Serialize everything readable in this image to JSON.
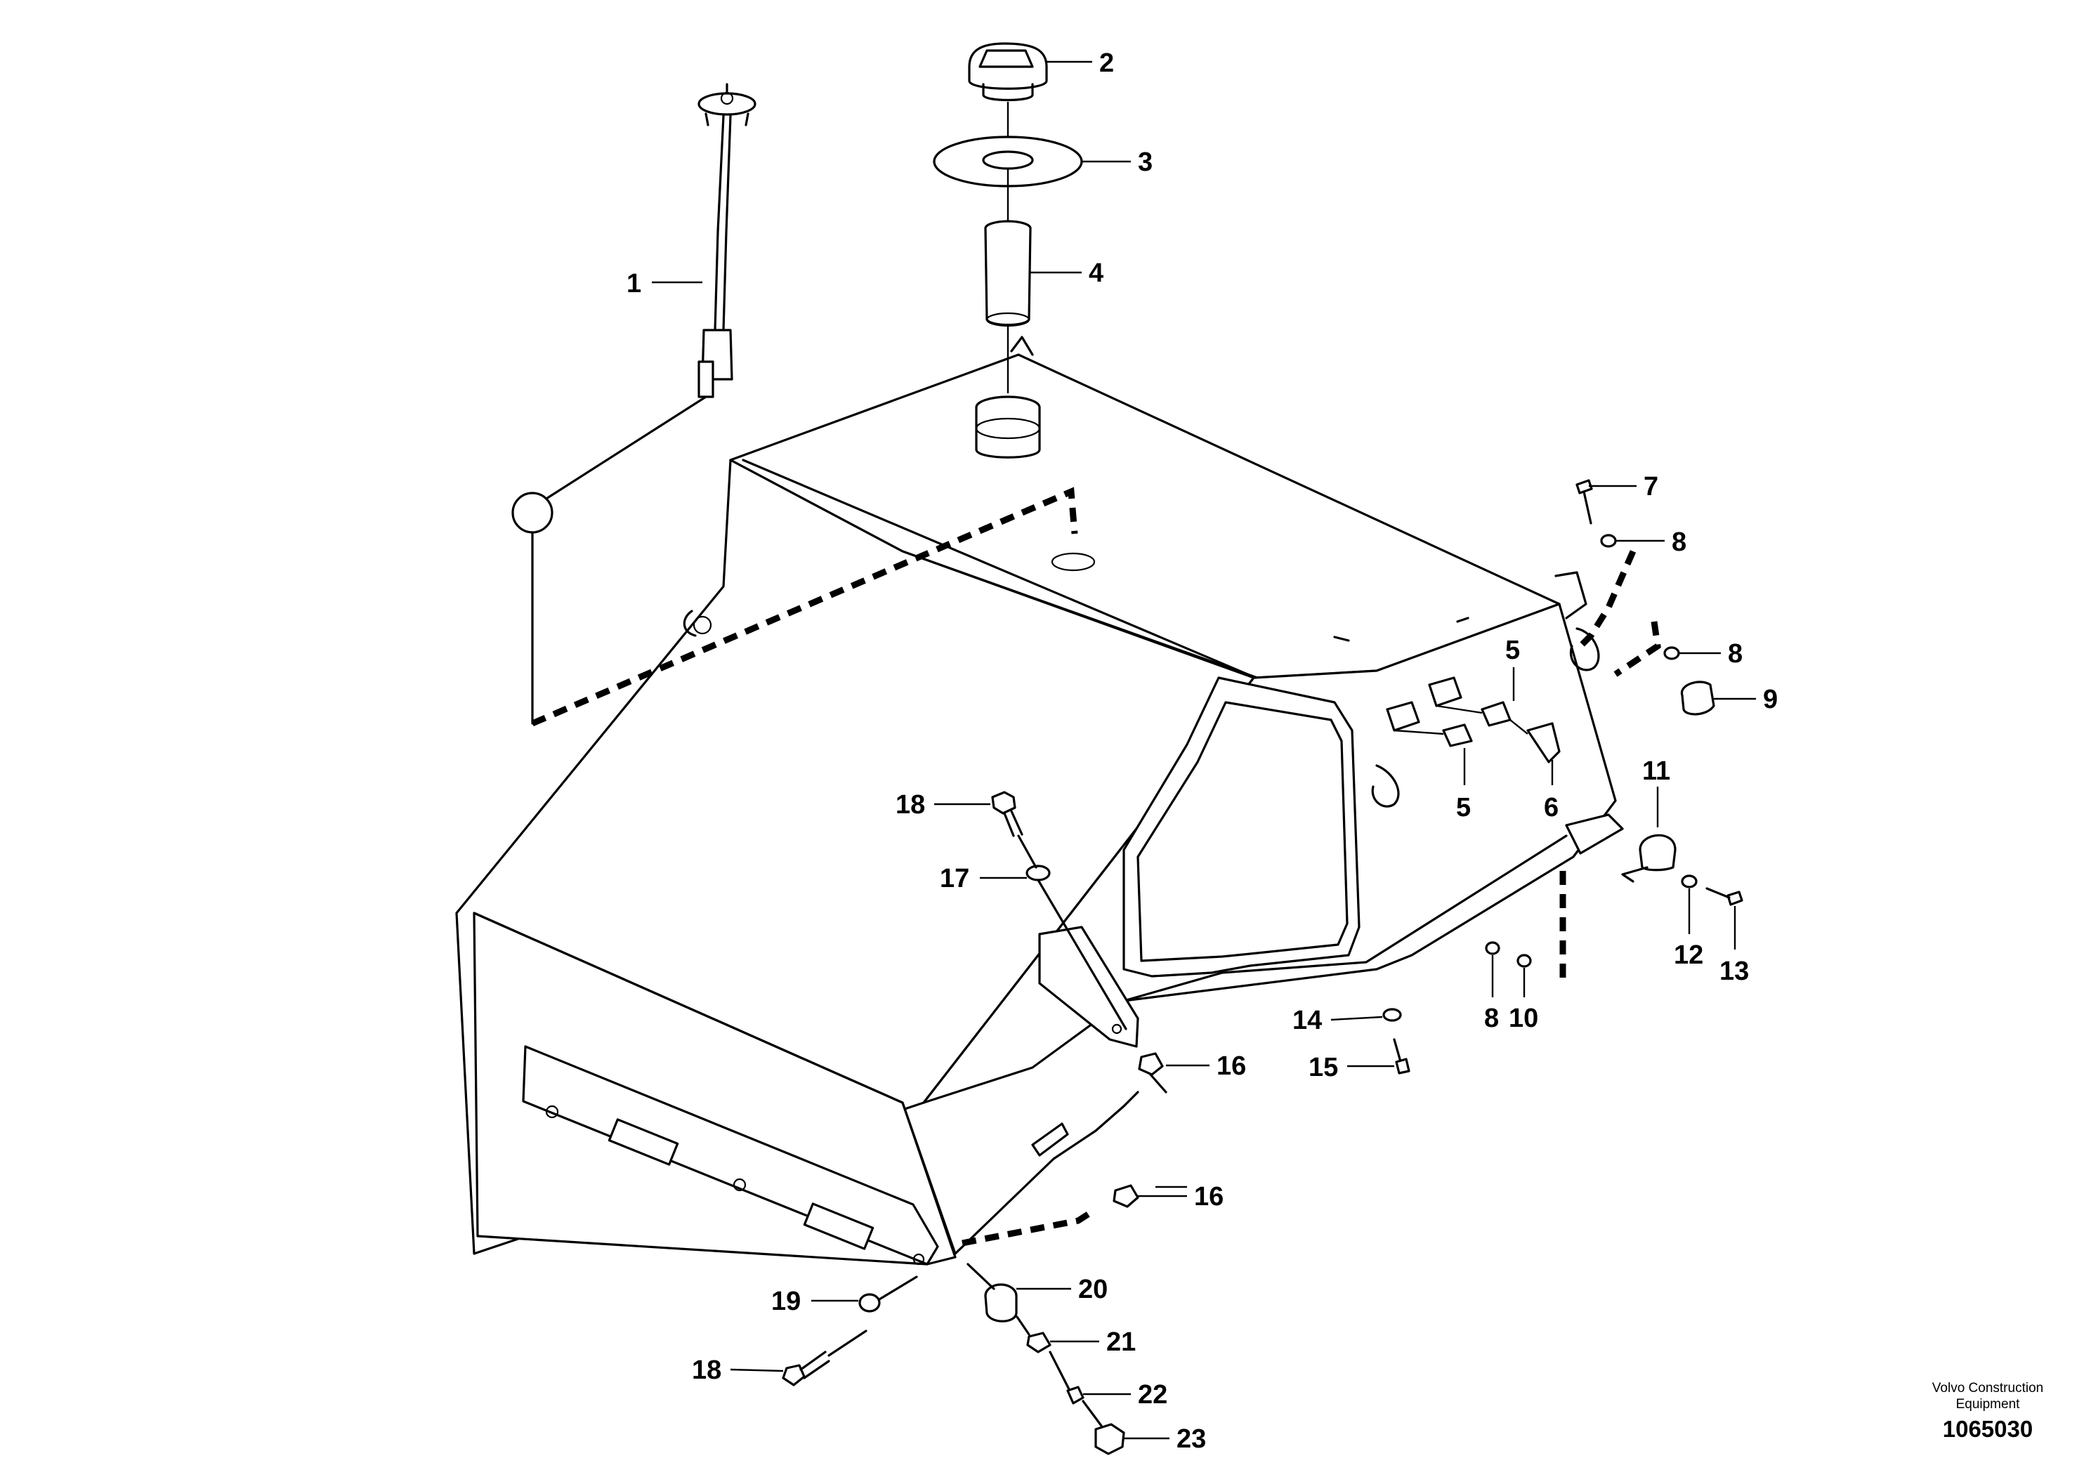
{
  "diagram": {
    "callouts": [
      "1",
      "2",
      "3",
      "4",
      "5",
      "5",
      "6",
      "7",
      "8",
      "8",
      "8",
      "9",
      "10",
      "11",
      "12",
      "13",
      "14",
      "15",
      "16",
      "16",
      "17",
      "18",
      "18",
      "19",
      "20",
      "21",
      "22",
      "23"
    ]
  },
  "footer": {
    "brand_line1": "Volvo Construction",
    "brand_line2": "Equipment",
    "figure_number": "1065030"
  }
}
